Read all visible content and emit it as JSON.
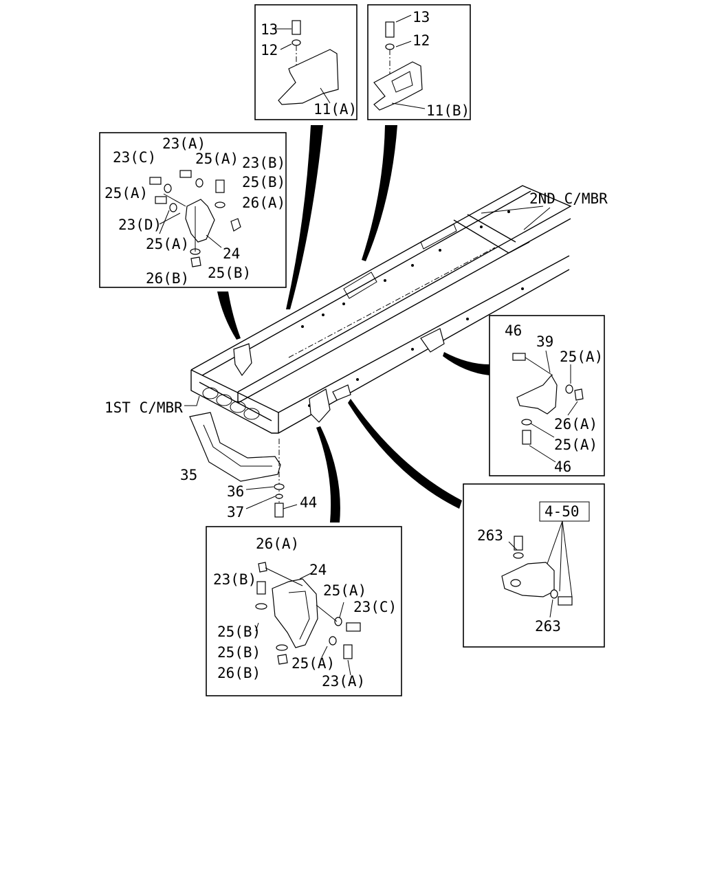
{
  "labels": {
    "top_left": {
      "n13": "13",
      "n12": "12",
      "n11a": "11(A)"
    },
    "top_right": {
      "n13": "13",
      "n12": "12",
      "n11b": "11(B)"
    },
    "left_box": {
      "a23a": "23(A)",
      "a23c": "23(C)",
      "a25a_1": "25(A)",
      "a23b": "23(B)",
      "a25a_2": "25(A)",
      "a25b_1": "25(B)",
      "a26a": "26(A)",
      "a23d": "23(D)",
      "a25a_3": "25(A)",
      "a24": "24",
      "a26b": "26(B)",
      "a25b_2": "25(B)"
    },
    "right_mid": {
      "b46_1": "46",
      "b39": "39",
      "b25a_1": "25(A)",
      "b26a": "26(A)",
      "b25a_2": "25(A)",
      "b46_2": "46"
    },
    "frame": {
      "second_member": "2ND C/MBR",
      "first_member": "1ST C/MBR",
      "n35": "35",
      "n36": "36",
      "n37": "37",
      "n44": "44"
    },
    "right_low": {
      "ref": "4-50",
      "c263_1": "263",
      "c263_2": "263"
    },
    "bottom_box": {
      "d26a": "26(A)",
      "d24": "24",
      "d23b": "23(B)",
      "d25a_1": "25(A)",
      "d23c": "23(C)",
      "d25b_1": "25(B)",
      "d25b_2": "25(B)",
      "d25a_2": "25(A)",
      "d26b": "26(B)",
      "d23a": "23(A)"
    }
  }
}
